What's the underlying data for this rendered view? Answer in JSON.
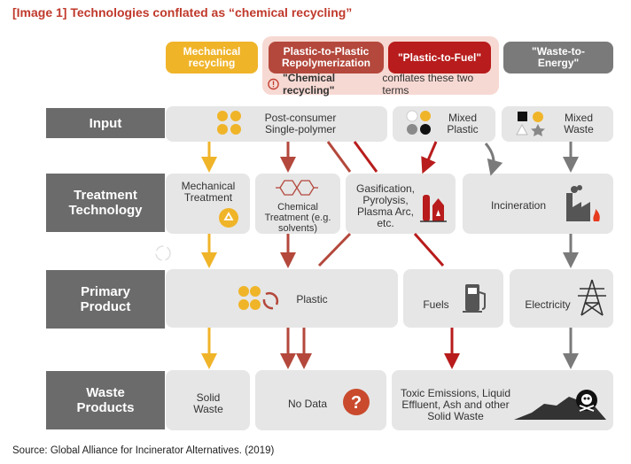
{
  "title": "[Image 1] Technologies conflated as “chemical recycling”",
  "headers": {
    "mechanical": "Mechanical recycling",
    "p2p": "Plastic-to-Plastic Repolymerization",
    "p2f": "\"Plastic-to-Fuel\"",
    "w2e": "\"Waste-to-Energy\"",
    "note_bold": "\"Chemical recycling\"",
    "note_rest": " conflates these two terms"
  },
  "rows": {
    "input": "Input",
    "treatment": "Treatment Technology",
    "primary": "Primary Product",
    "waste": "Waste Products"
  },
  "input": {
    "post_consumer": "Post-consumer Single-polymer",
    "mixed_plastic": "Mixed Plastic",
    "mixed_waste": "Mixed Waste"
  },
  "treatment": {
    "mechanical": "Mechanical Treatment",
    "chemical": "Chemical Treatment (e.g. solvents)",
    "gasification": "Gasification, Pyrolysis, Plasma Arc, etc.",
    "incineration": "Incineration"
  },
  "primary": {
    "plastic": "Plastic",
    "fuels": "Fuels",
    "electricity": "Electricity"
  },
  "waste": {
    "solid": "Solid Waste",
    "nodata": "No Data",
    "toxic": "Toxic Emissions, Liquid Effluent, Ash and other Solid Waste"
  },
  "source": "Source: Global Alliance for Incinerator Alternatives. (2019)",
  "colors": {
    "mechanical": "#f0b429",
    "p2p": "#b4483c",
    "p2f": "#b81c1c",
    "w2e": "#7a7a7a",
    "row_label": "#6b6b6b",
    "cell": "#e6e6e6",
    "title": "#c0392b"
  },
  "icons": [
    "recycle-icon",
    "molecule-icon",
    "refinery-icon",
    "factory-icon",
    "fuel-pump-icon",
    "power-tower-icon",
    "question-icon",
    "skull-icon"
  ]
}
